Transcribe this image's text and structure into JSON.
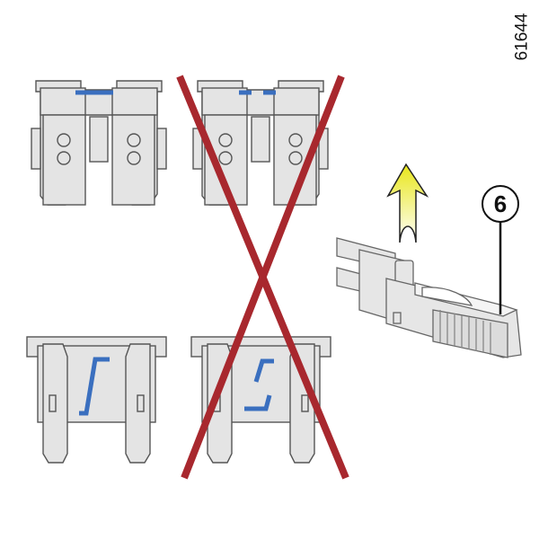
{
  "figure_ref": "61644",
  "callout_label": "6",
  "colors": {
    "fuse_body": "#e4e4e4",
    "outline": "#555555",
    "fuse_wire": "#3a6fbf",
    "cross": "#a8282e",
    "arrow": "#f2ee2a"
  },
  "fuses": [
    {
      "view": "top",
      "state": "good"
    },
    {
      "view": "top",
      "state": "blown"
    },
    {
      "view": "front",
      "state": "good"
    },
    {
      "view": "front",
      "state": "blown"
    }
  ]
}
